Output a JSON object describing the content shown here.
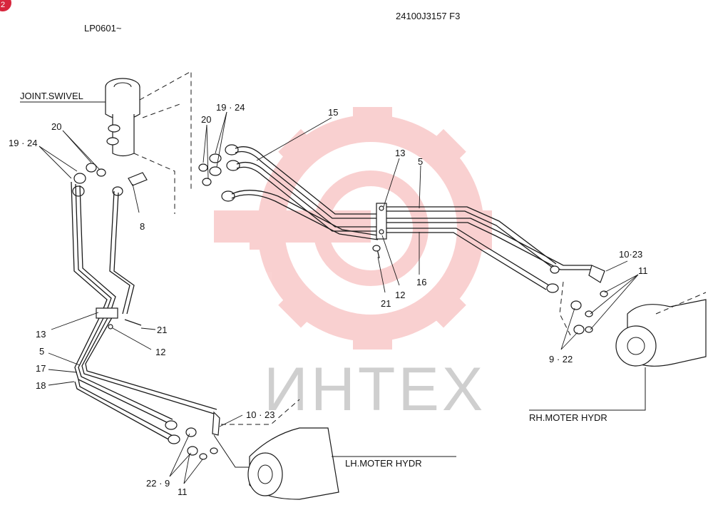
{
  "header": {
    "part_number": "24100J3157 F3",
    "serial": "LP0601~",
    "corner_badge": "2"
  },
  "components": {
    "joint_swivel": "JOINT.SWIVEL",
    "rh_motor": "RH.MOTER HYDR",
    "lh_motor": "LH.MOTER HYDR"
  },
  "callouts": [
    {
      "id": "c-19-24-left",
      "text": "19 · 24"
    },
    {
      "id": "c-20-left",
      "text": "20"
    },
    {
      "id": "c-8",
      "text": "8"
    },
    {
      "id": "c-20-top",
      "text": "20"
    },
    {
      "id": "c-19-24-top",
      "text": "19 · 24"
    },
    {
      "id": "c-15",
      "text": "15"
    },
    {
      "id": "c-13-top",
      "text": "13"
    },
    {
      "id": "c-5-top",
      "text": "5"
    },
    {
      "id": "c-16",
      "text": "16"
    },
    {
      "id": "c-12-top",
      "text": "12"
    },
    {
      "id": "c-21-top",
      "text": "21"
    },
    {
      "id": "c-10-23-right",
      "text": "10·23"
    },
    {
      "id": "c-11-right",
      "text": "11"
    },
    {
      "id": "c-9-22",
      "text": "9 · 22"
    },
    {
      "id": "c-13-left",
      "text": "13"
    },
    {
      "id": "c-21-left",
      "text": "21"
    },
    {
      "id": "c-12-left",
      "text": "12"
    },
    {
      "id": "c-5-left",
      "text": "5"
    },
    {
      "id": "c-17",
      "text": "17"
    },
    {
      "id": "c-18",
      "text": "18"
    },
    {
      "id": "c-10-23-bottom",
      "text": "10 · 23"
    },
    {
      "id": "c-22-9",
      "text": "22 · 9"
    },
    {
      "id": "c-11-bottom",
      "text": "11"
    }
  ],
  "watermark": {
    "text": "ИНТЕХ",
    "color": "#e83030"
  }
}
